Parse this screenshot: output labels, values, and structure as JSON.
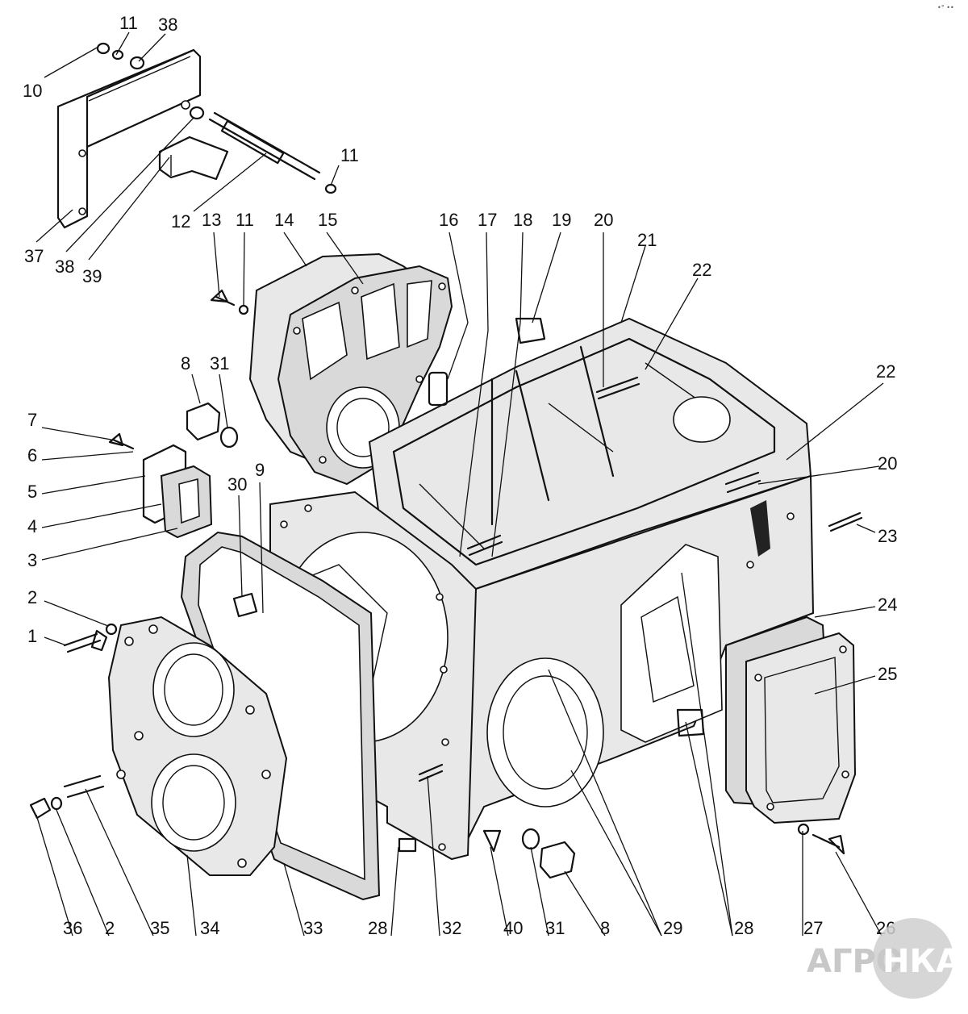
{
  "watermark": {
    "prefix": "АГРО",
    "badge": "НКА"
  },
  "corner_mark": "•° ••",
  "callouts": [
    "11",
    "38",
    "10",
    "11",
    "12",
    "37",
    "38",
    "39",
    "13",
    "11",
    "14",
    "15",
    "16",
    "17",
    "18",
    "19",
    "20",
    "21",
    "22",
    "22",
    "8",
    "31",
    "7",
    "6",
    "5",
    "4",
    "3",
    "30",
    "9",
    "20",
    "23",
    "2",
    "1",
    "24",
    "25",
    "36",
    "2",
    "35",
    "34",
    "33",
    "28",
    "32",
    "40",
    "31",
    "8",
    "29",
    "28",
    "27",
    "26"
  ]
}
